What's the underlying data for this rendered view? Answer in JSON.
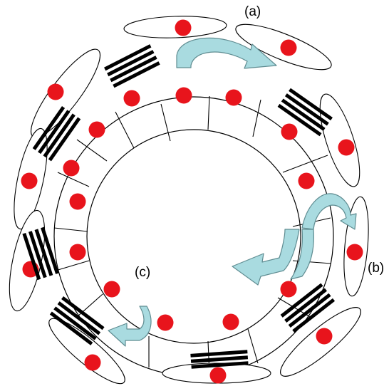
{
  "labels": {
    "a": "(a)",
    "b": "(b)",
    "c": "(c)"
  },
  "colors": {
    "bead": "#e8141c",
    "arrow_fill": "#a9dbe0",
    "arrow_stroke": "#5f8c91",
    "outline": "#000000",
    "stack": "#000000"
  }
}
